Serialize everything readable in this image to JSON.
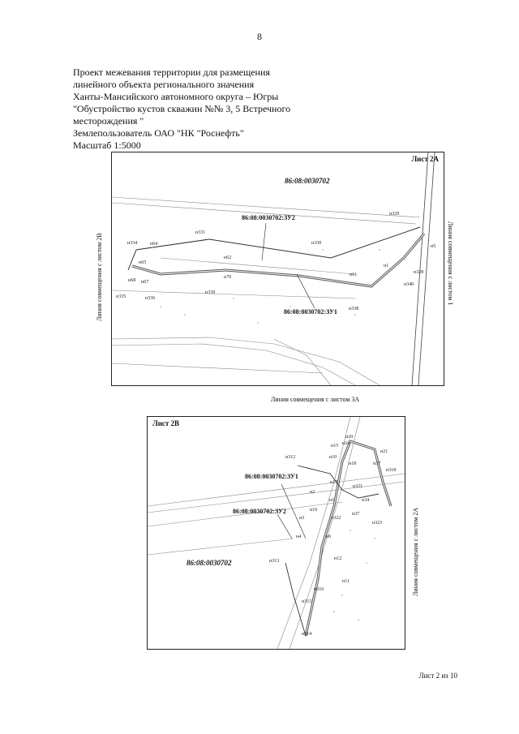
{
  "page_number": "8",
  "header": {
    "lines": [
      "Проект межевания территории для размещения",
      "линейного объекта регионального значения",
      "Ханты-Мансийского автономного округа – Югры",
      "\"Обустройство кустов скважин №№ 3, 5 Встречного",
      "месторождения \"",
      "Землепользователь ОАО \"НК \"Роснефть\"",
      "Масштаб 1:5000"
    ]
  },
  "map_2a": {
    "sheet_label": "Лист 2А",
    "cadastral_block": "86:08:0030702",
    "zu2_label": "86:08:0030702:ЗУ2",
    "zu1_label": "86:08:0030702:ЗУ1",
    "left_note": "Линия совмещения с листом 2В",
    "right_note": "Линия совмещения с листом 1",
    "bottom_note": "Линия совмещения с листом 3А",
    "points": [
      "н334",
      "н64",
      "н331",
      "н65",
      "н62",
      "н330",
      "н329",
      "н68",
      "н67",
      "н70",
      "н61",
      "н328",
      "н335",
      "н336",
      "н339",
      "н340",
      "н1",
      "н338",
      "н5"
    ]
  },
  "map_2b": {
    "sheet_label": "Лист 2В",
    "cadastral_block": "86:08:0030702",
    "zu1_label": "86:08:0030702:ЗУ1",
    "zu2_label": "86:08:0030702:ЗУ2",
    "right_note": "Линия совмещения с листом 2А",
    "points": [
      "н20",
      "н24",
      "н15",
      "н21",
      "н312",
      "н10",
      "н18",
      "н37",
      "н318",
      "н17",
      "н321",
      "н2",
      "н34",
      "н1",
      "н19",
      "н37",
      "н3",
      "н322",
      "н323",
      "н4",
      "н6",
      "н313",
      "н12",
      "н11",
      "н316",
      "н315",
      "н314"
    ]
  },
  "footer": {
    "sheet_info": "Лист 2 из 10"
  }
}
